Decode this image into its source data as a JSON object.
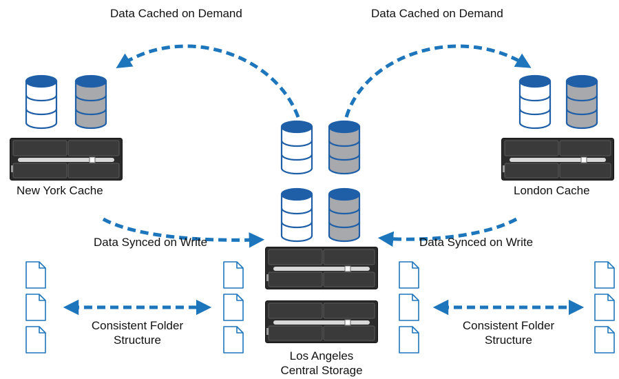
{
  "colors": {
    "accent_blue": "#1d75bc",
    "db_top": "#1f5fa8",
    "db_grey": "#a7a9ac",
    "server_dark": "#2b2b2b"
  },
  "arrows": {
    "cached_left": "Data Cached on Demand",
    "cached_right": "Data Cached on Demand",
    "synced_left": "Data Synced on Write",
    "synced_right": "Data Synced on Write"
  },
  "sites": {
    "new_york": "New York Cache",
    "london": "London Cache",
    "la_line1": "Los Angeles",
    "la_line2": "Central Storage"
  },
  "folders": {
    "left_line1": "Consistent Folder",
    "left_line2": "Structure",
    "right_line1": "Consistent Folder",
    "right_line2": "Structure"
  },
  "icons": [
    "database-icon",
    "server-icon",
    "document-icon"
  ]
}
